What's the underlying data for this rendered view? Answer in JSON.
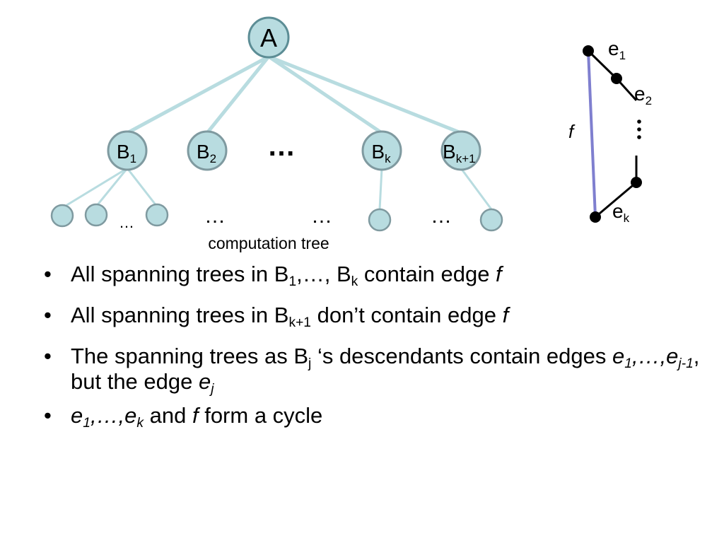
{
  "tree": {
    "root": "A",
    "children": [
      {
        "base": "B",
        "sub": "1"
      },
      {
        "base": "B",
        "sub": "2"
      },
      {
        "base": "B",
        "sub": "k"
      },
      {
        "base": "B",
        "sub": "k+1"
      }
    ],
    "mid_ellipsis": "…",
    "leaf_ellipsis": "…",
    "caption": "computation tree"
  },
  "cycle": {
    "edges": [
      {
        "base": "e",
        "sub": "1"
      },
      {
        "base": "e",
        "sub": "2"
      },
      {
        "base": "e",
        "sub": "k"
      }
    ],
    "f_label": "f"
  },
  "bullets": [
    {
      "runs": [
        {
          "t": "All spanning trees in B"
        },
        {
          "t": "1",
          "s": "sub"
        },
        {
          "t": ",…, B"
        },
        {
          "t": "k",
          "s": "sub"
        },
        {
          "t": " contain edge "
        },
        {
          "t": "f",
          "s": "i"
        }
      ]
    },
    {
      "runs": [
        {
          "t": "All spanning trees in B"
        },
        {
          "t": "k+1",
          "s": "sub"
        },
        {
          "t": " don’t contain edge "
        },
        {
          "t": "f",
          "s": "i"
        }
      ]
    },
    {
      "runs": [
        {
          "t": "The spanning trees as B"
        },
        {
          "t": "j",
          "s": "sub"
        },
        {
          "t": " ‘s descendants contain edges "
        },
        {
          "t": "e",
          "s": "i"
        },
        {
          "t": "1",
          "s": "isub"
        },
        {
          "t": ",…,e",
          "s": "i"
        },
        {
          "t": "j-1",
          "s": "isub"
        },
        {
          "t": ", but the edge "
        },
        {
          "t": "e",
          "s": "i"
        },
        {
          "t": "j",
          "s": "isub"
        }
      ]
    },
    {
      "runs": [
        {
          "t": "e",
          "s": "i"
        },
        {
          "t": "1",
          "s": "isub"
        },
        {
          "t": ",…,e",
          "s": "i"
        },
        {
          "t": "k",
          "s": "isub"
        },
        {
          "t": " and "
        },
        {
          "t": "f",
          "s": "i"
        },
        {
          "t": " form a cycle"
        }
      ]
    }
  ]
}
